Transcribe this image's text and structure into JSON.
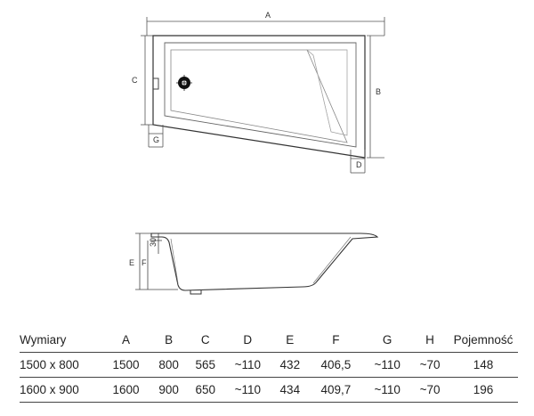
{
  "diagram": {
    "labels": {
      "a": "A",
      "b": "B",
      "c": "C",
      "d": "D",
      "e": "E",
      "f": "F",
      "g": "G",
      "h": "30"
    }
  },
  "table": {
    "headers": [
      "Wymiary",
      "A",
      "B",
      "C",
      "D",
      "E",
      "F",
      "G",
      "H",
      "Pojemność"
    ],
    "rows": [
      [
        "1500 x 800",
        "1500",
        "800",
        "565",
        "~110",
        "432",
        "406,5",
        "~110",
        "~70",
        "148"
      ],
      [
        "1600 x 900",
        "1600",
        "900",
        "650",
        "~110",
        "434",
        "409,7",
        "~110",
        "~70",
        "196"
      ]
    ]
  }
}
